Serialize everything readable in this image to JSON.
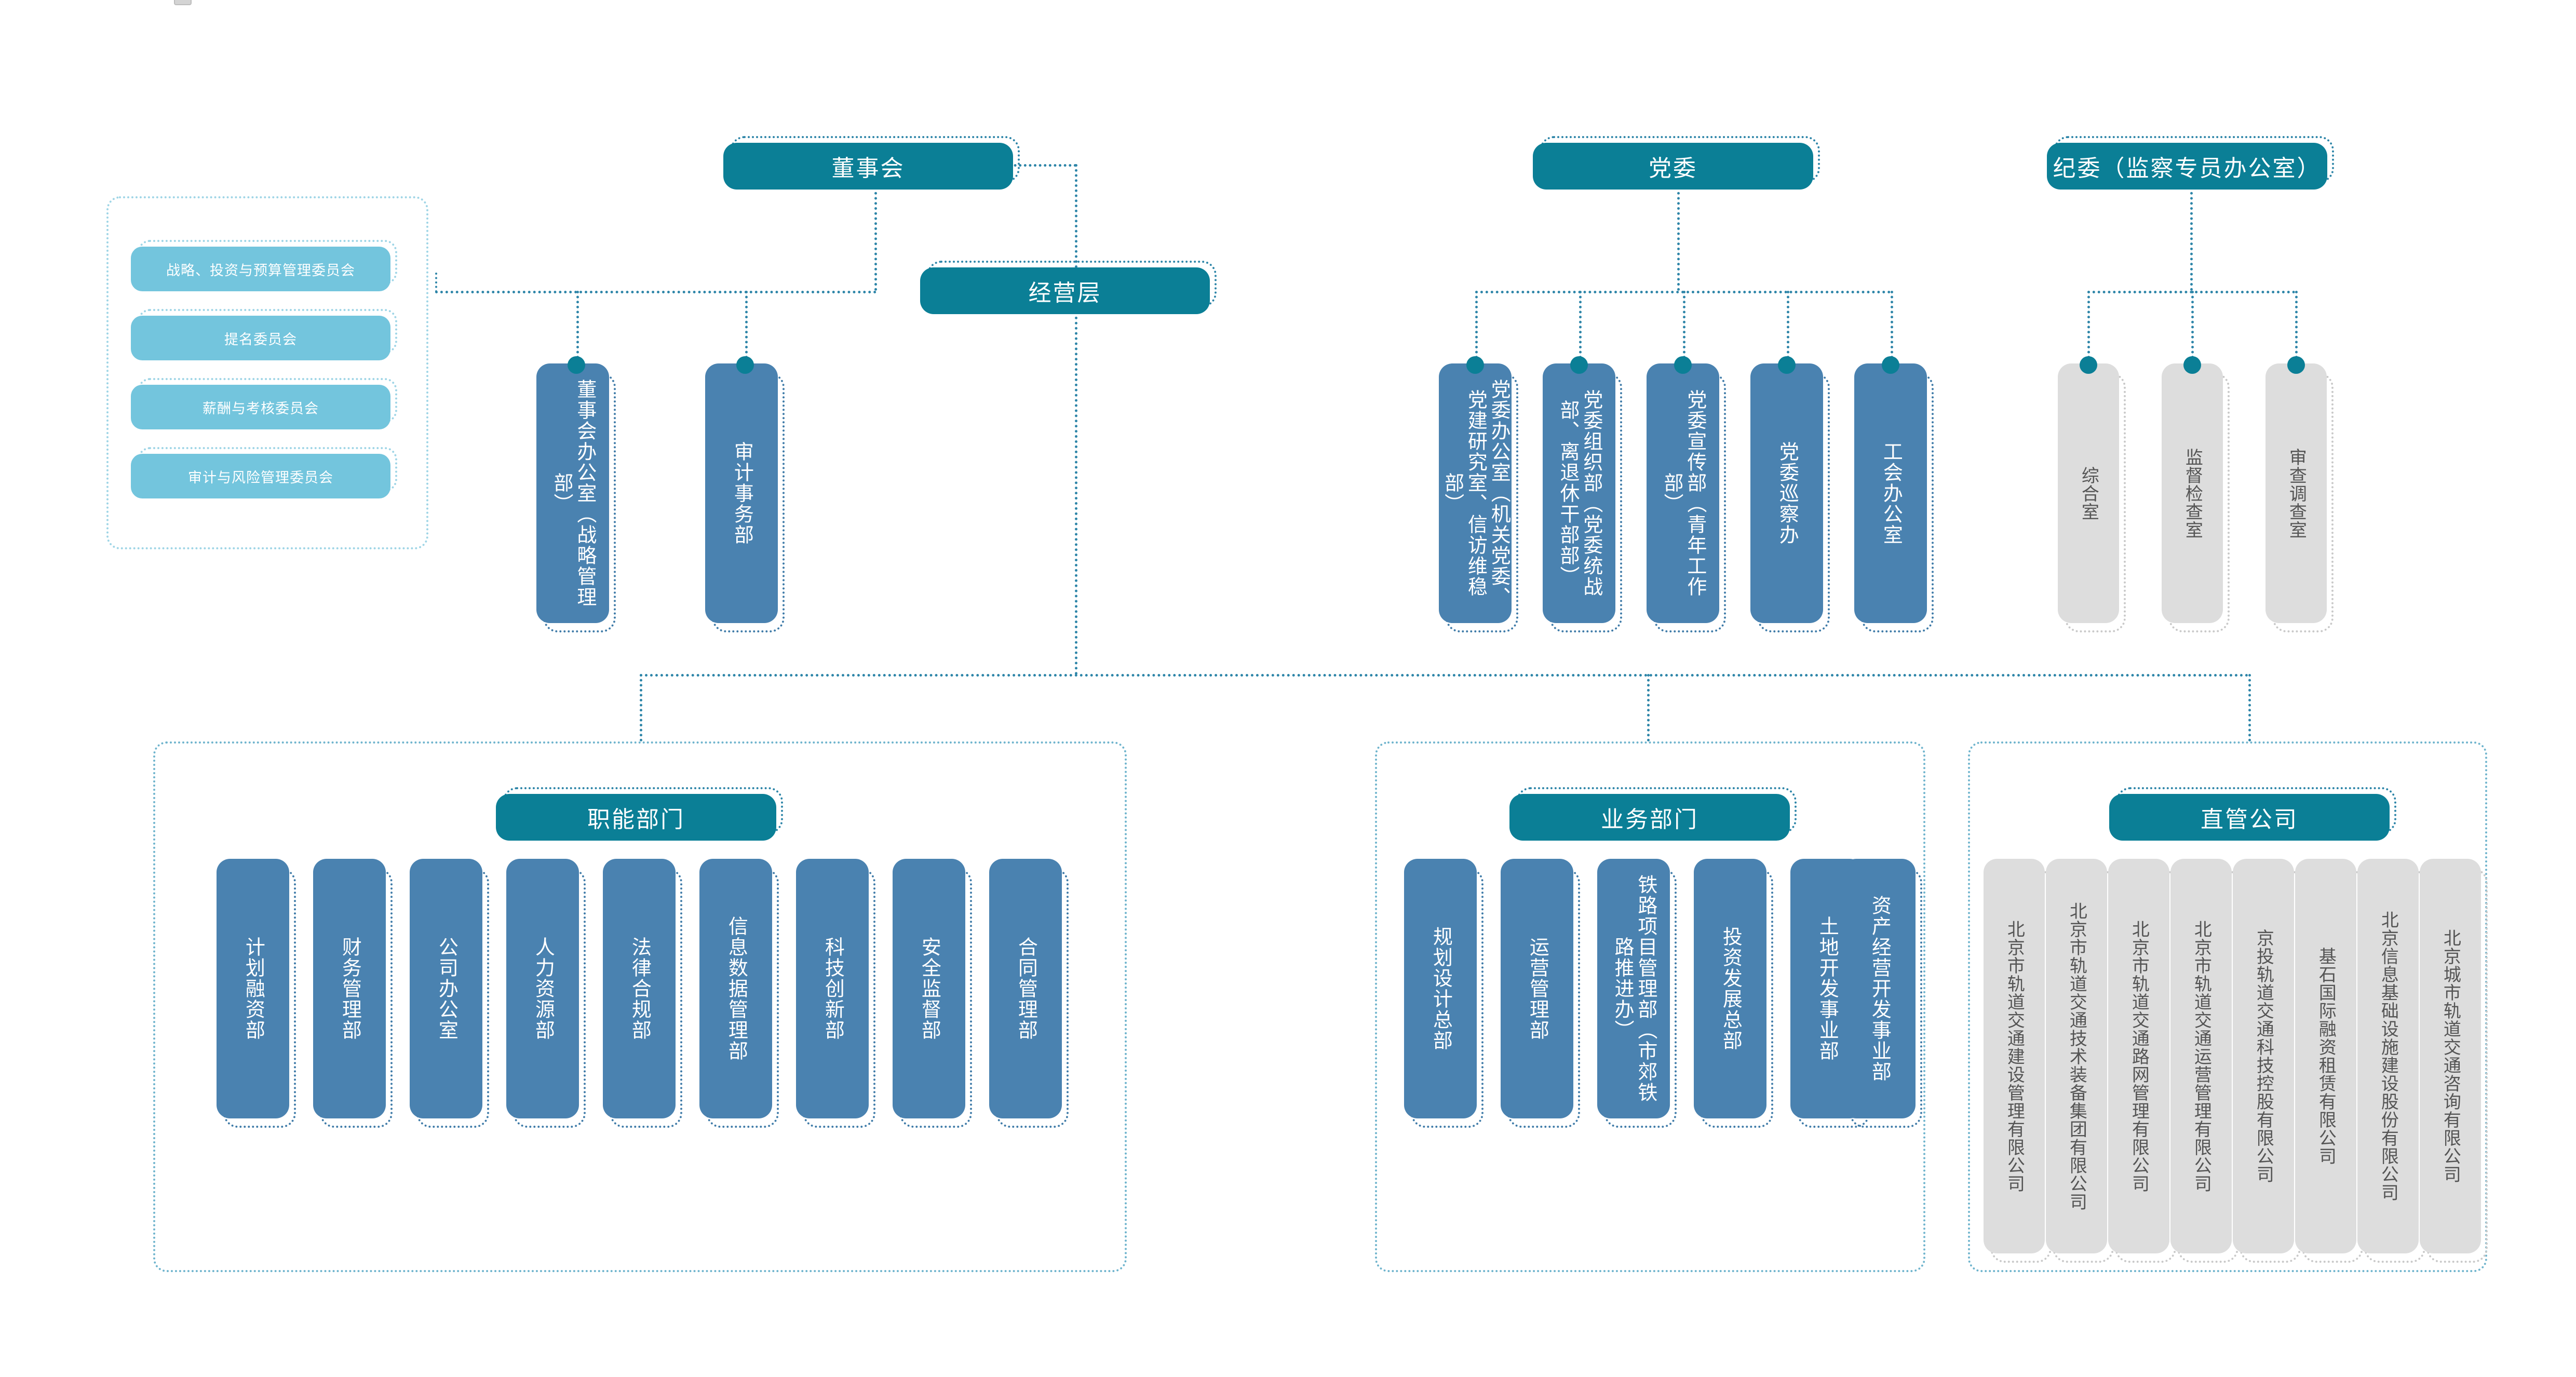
{
  "chart_title": "",
  "colors": {
    "teal": "#0b7f96",
    "light_blue": "#73c5dd",
    "dept_blue": "#4a82b0",
    "company_gray": "#dddddd",
    "connector": "#2d85a8",
    "background": "#ffffff"
  },
  "top_level": {
    "board": "董事会",
    "management": "经营层",
    "party_committee": "党委",
    "discipline_committee": "纪委（监察专员办公室）"
  },
  "board_committees": {
    "items": [
      "战略、投资与预算管理委员会",
      "提名委员会",
      "薪酬与考核委员会",
      "审计与风险管理委员会"
    ]
  },
  "board_offices": {
    "items": [
      "董事会办公室（战略管理部）",
      "审计事务部"
    ]
  },
  "party_departments": {
    "items": [
      "党委办公室（机关党委、党建研究室、信访维稳部）",
      "党委组织部（党委统战部、离退休干部部）",
      "党委宣传部（青年工作部）",
      "党委巡察办",
      "工会办公室"
    ]
  },
  "discipline_departments": {
    "items": [
      "综合室",
      "监督检查室",
      "审查调查室"
    ]
  },
  "sections": {
    "functional": {
      "title": "职能部门",
      "items": [
        "计划融资部",
        "财务管理部",
        "公司办公室",
        "人力资源部",
        "法律合规部",
        "信息数据管理部",
        "科技创新部",
        "安全监督部",
        "合同管理部"
      ]
    },
    "business": {
      "title": "业务部门",
      "items": [
        "规划设计总部",
        "运营管理部",
        "铁路项目管理部（市郊铁路推进办）",
        "投资发展总部",
        "土地开发事业部",
        "资产经营开发事业部"
      ]
    },
    "companies": {
      "title": "直管公司",
      "items": [
        "北京市轨道交通建设管理有限公司",
        "北京市轨道交通技术装备集团有限公司",
        "北京市轨道交通路网管理有限公司",
        "北京市轨道交通运营管理有限公司",
        "京投轨道交通科技控股有限公司",
        "基石国际融资租赁有限公司",
        "北京信息基础设施建设股份有限公司",
        "北京城市轨道交通咨询有限公司"
      ]
    }
  }
}
